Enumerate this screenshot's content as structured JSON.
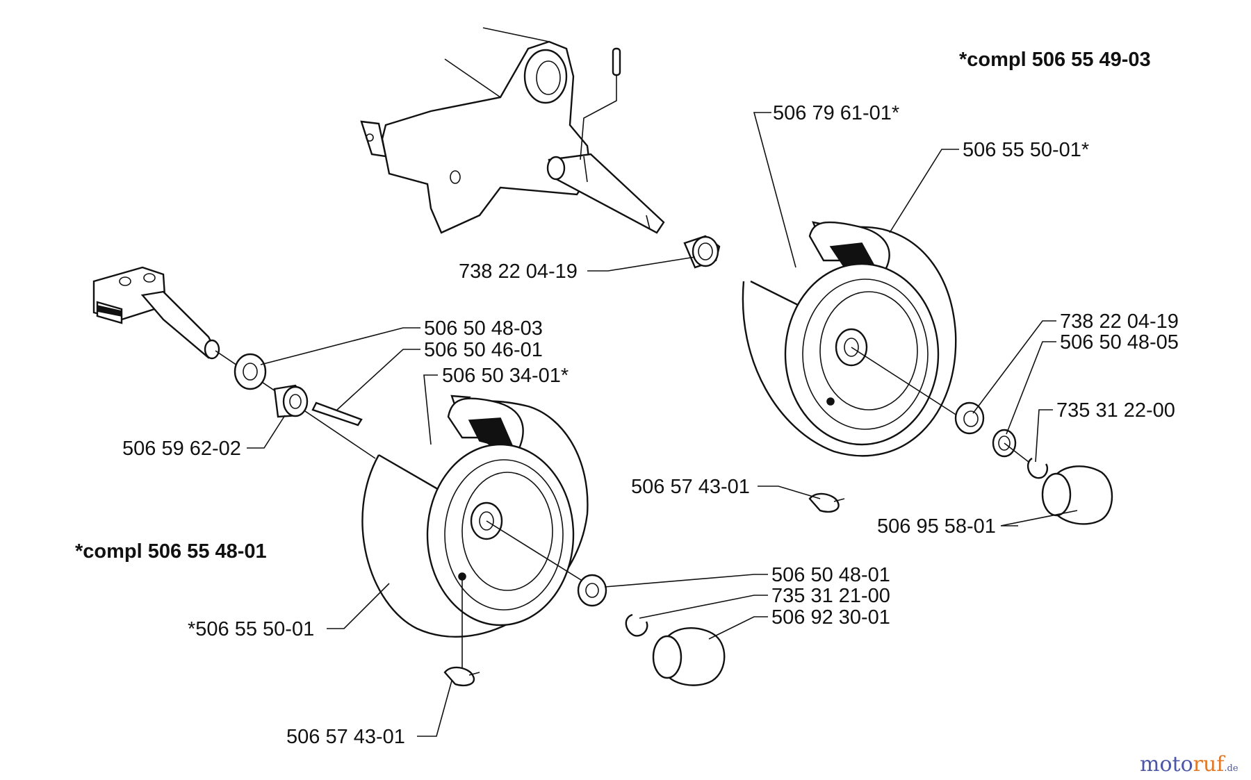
{
  "assemblies": {
    "right_wheel": "*compl 506 55 49-03",
    "left_wheel": "*compl 506 55 48-01"
  },
  "callouts": [
    {
      "id": "c1",
      "text": "738 22 04-19"
    },
    {
      "id": "c2",
      "text": "506 79 61-01*"
    },
    {
      "id": "c3",
      "text": "506 55 50-01*"
    },
    {
      "id": "c4",
      "text": "738 22 04-19"
    },
    {
      "id": "c5",
      "text": "506 50 48-05"
    },
    {
      "id": "c6",
      "text": "735 31 22-00"
    },
    {
      "id": "c7",
      "text": "506 95 58-01"
    },
    {
      "id": "c8",
      "text": "506 57 43-01"
    },
    {
      "id": "c9",
      "text": "506 50 48-03"
    },
    {
      "id": "c10",
      "text": "506 50 46-01"
    },
    {
      "id": "c11",
      "text": "506 50 34-01*"
    },
    {
      "id": "c12",
      "text": "506 59 62-02"
    },
    {
      "id": "c13",
      "text": "506 50 48-01"
    },
    {
      "id": "c14",
      "text": "735 31 21-00"
    },
    {
      "id": "c15",
      "text": "506 92 30-01"
    },
    {
      "id": "c16",
      "text": "*506 55 50-01"
    },
    {
      "id": "c17",
      "text": "506 57 43-01"
    }
  ],
  "watermark": {
    "part1": "moto",
    "part2": "ruf",
    "part3": ".de"
  }
}
